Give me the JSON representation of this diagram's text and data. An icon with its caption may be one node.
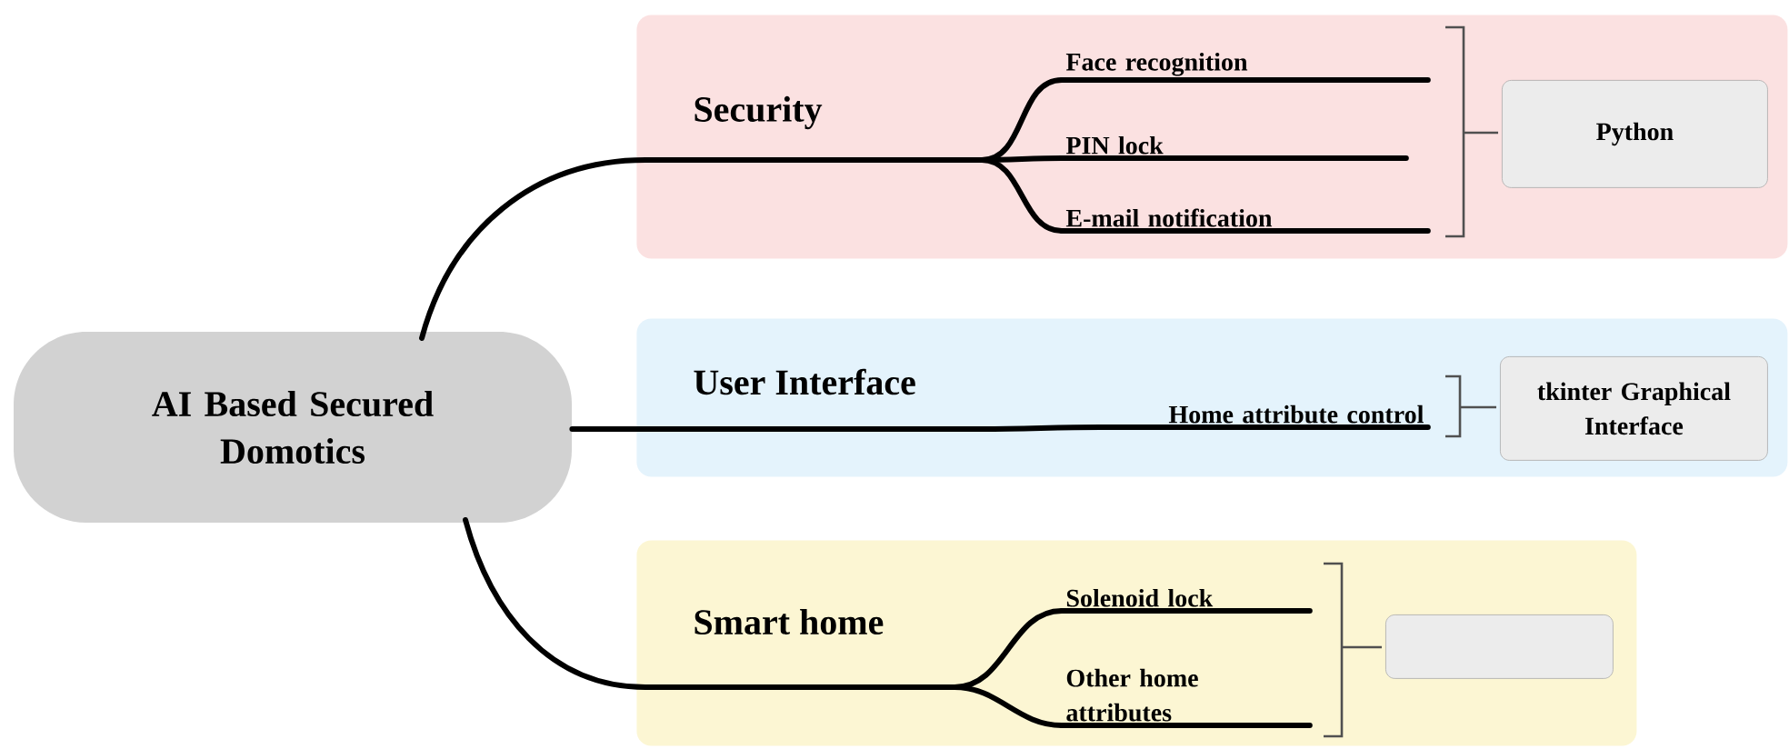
{
  "diagram": {
    "nodes": [
      {
        "text": [
          "AI Based Secured Domotics"
        ]
      },
      {
        "text": [
          "Security"
        ]
      },
      {
        "text": [
          "Face recognition"
        ],
        "in": 1
      },
      {
        "text": [
          "PIN lock"
        ],
        "in": 1
      },
      {
        "text": [
          "E-mail notification"
        ],
        "in": 1
      },
      {
        "text": [
          "Python"
        ],
        "in": 1
      },
      {
        "text": [
          "User Interface"
        ]
      },
      {
        "text": [
          "Home attribute control"
        ],
        "in": 6
      },
      {
        "text": [
          "tkinter Graphical Interface"
        ],
        "in": 6
      },
      {
        "text": [
          "Smart home"
        ]
      },
      {
        "text": [
          "Solenoid lock"
        ],
        "in": 9
      },
      {
        "text": [
          "Other home attributes"
        ],
        "in": 9
      },
      {
        "text": [],
        "shape": "box",
        "in": 9
      }
    ],
    "edges": [
      {
        "from": 0,
        "to": 2,
        "arrow": "none"
      },
      {
        "from": 0,
        "to": 3,
        "arrow": "none"
      },
      {
        "from": 0,
        "to": 4,
        "arrow": "none"
      },
      {
        "from": 0,
        "to": 7,
        "arrow": "none"
      },
      {
        "from": 0,
        "to": 10,
        "arrow": "none"
      },
      {
        "from": 0,
        "to": 11,
        "arrow": "none"
      }
    ]
  }
}
